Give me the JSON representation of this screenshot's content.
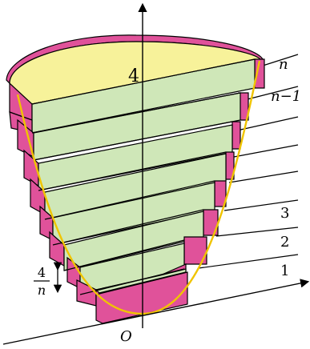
{
  "colors": {
    "lid_fill": "#f7f29a",
    "slab_face": "#cfe7b8",
    "slab_side": "#e0529a",
    "slab_edge": "#000000",
    "curve": "#f0c400",
    "background": "#ffffff"
  },
  "labels": {
    "top_value": "4",
    "origin": "O",
    "n": "n",
    "n_minus_1": "n−1",
    "layer_3": "3",
    "layer_2": "2",
    "layer_1": "1",
    "thickness_numerator": "4",
    "thickness_denominator": "n"
  }
}
